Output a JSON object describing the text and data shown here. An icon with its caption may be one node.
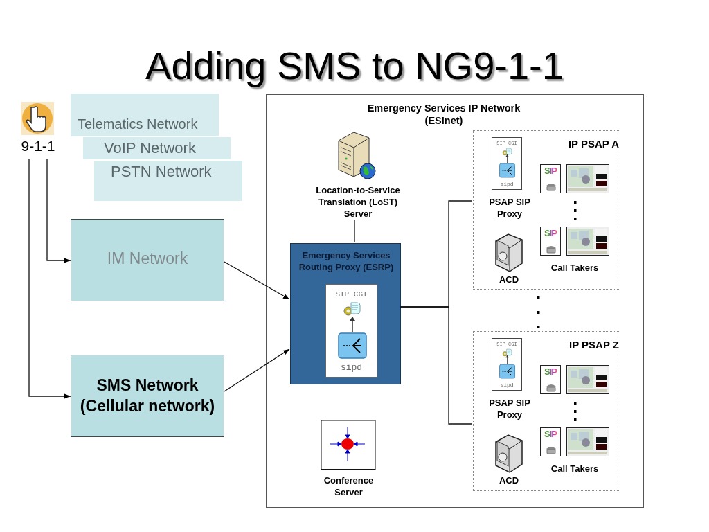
{
  "diagram": {
    "title": "Adding SMS to NG9-1-1",
    "nodes": [
      {
        "text": [
          "9-1-1"
        ]
      },
      {
        "text": [
          "Telematics Network"
        ]
      },
      {
        "text": [
          "VoIP Network"
        ]
      },
      {
        "text": [
          "PSTN Network"
        ]
      },
      {
        "text": [
          "IM Network"
        ]
      },
      {
        "text": [
          "SMS Network (Cellular network)"
        ]
      },
      {
        "text": [
          "Emergency Services IP Network (ESInet)"
        ]
      },
      {
        "text": [
          "Location-to-Service Translation (LoST) Server"
        ],
        "in": 6
      },
      {
        "text": [
          "Emergency Services Routing Proxy (ESRP)"
        ],
        "in": 6
      },
      {
        "text": [
          "SIP CGI",
          "sipd"
        ],
        "in": 8
      },
      {
        "text": [
          "IP PSAP A"
        ],
        "in": 6
      },
      {
        "text": [
          "SIP CGI",
          "sipd",
          "PSAP SIP Proxy"
        ],
        "in": 10
      },
      {
        "text": [
          "ACD"
        ],
        "in": 10
      },
      {
        "text": [
          "Call Takers"
        ],
        "in": 10
      },
      {
        "text": [
          "IP PSAP Z"
        ],
        "in": 6
      },
      {
        "text": [
          "SIP CGI",
          "sipd",
          "PSAP SIP Proxy"
        ],
        "in": 14
      },
      {
        "text": [
          "ACD"
        ],
        "in": 14
      },
      {
        "text": [
          "Call Takers"
        ],
        "in": 14
      },
      {
        "text": [
          "Conference Server"
        ],
        "in": 6
      }
    ],
    "edges": [
      {
        "from": 0,
        "to": 4,
        "arrow": "to"
      },
      {
        "from": 0,
        "to": 5,
        "arrow": "to"
      },
      {
        "from": 4,
        "to": 8,
        "arrow": "to"
      },
      {
        "from": 5,
        "to": 8,
        "arrow": "to"
      },
      {
        "from": 7,
        "to": 8,
        "arrow": "none"
      },
      {
        "from": 8,
        "to": 10,
        "arrow": "none"
      },
      {
        "from": 8,
        "to": 14,
        "arrow": "none"
      }
    ],
    "labels": [
      "SIP",
      "SIP",
      "SIP",
      "SIP"
    ]
  }
}
